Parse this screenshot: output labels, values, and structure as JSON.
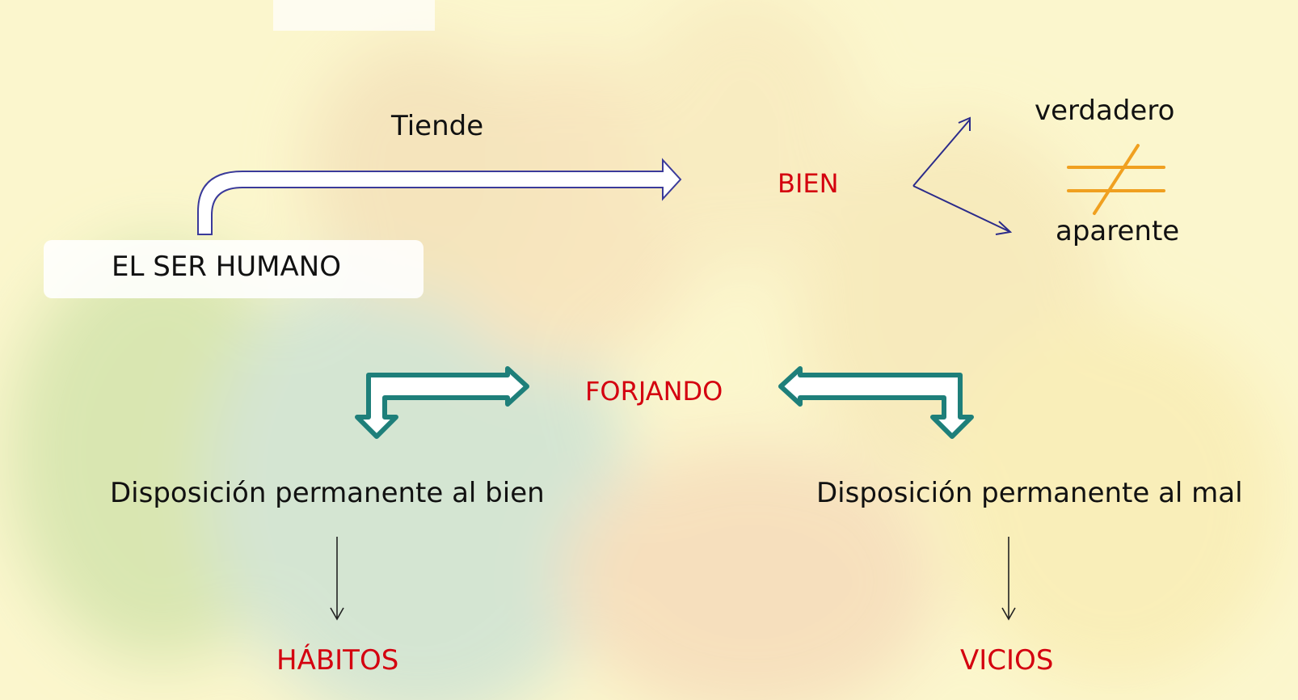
{
  "diagram": {
    "subject": "EL SER HUMANO",
    "tends_label": "Tiende",
    "good": "BIEN",
    "good_types": {
      "true": "verdadero",
      "apparent": "aparente"
    },
    "not_equal_symbol": "≠",
    "forging": "FORJANDO",
    "left_branch": {
      "disposition": "Disposición permanente al bien",
      "result": "HÁBITOS"
    },
    "right_branch": {
      "disposition": "Disposición permanente al mal",
      "result": "VICIOS"
    }
  },
  "colors": {
    "background": "#faf3c2",
    "red_text": "#d4000f",
    "blue_arrow": "#3a3a9a",
    "teal_arrow": "#1e7f7a",
    "not_equal": "#f0a020"
  }
}
